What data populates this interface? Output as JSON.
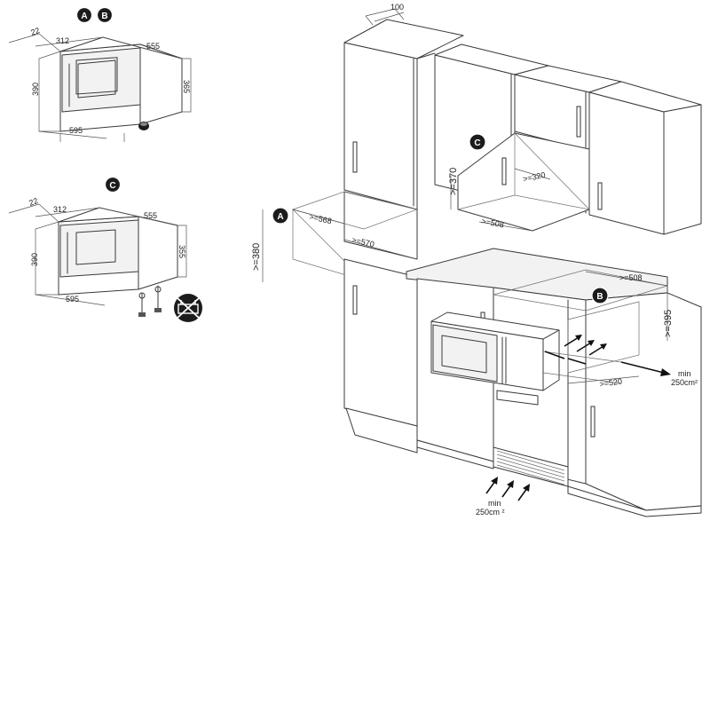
{
  "badges": {
    "a": "A",
    "b": "B",
    "c": "C"
  },
  "oven_ab": {
    "depth_front": "22",
    "depth": "312",
    "width_depth": "555",
    "height": "390",
    "height_side": "365",
    "width": "595"
  },
  "oven_c": {
    "depth_front": "22",
    "depth": "312",
    "width_depth": "555",
    "height": "390",
    "height_side": "355",
    "width": "595"
  },
  "kitchen": {
    "top_offset": "100",
    "niche_a_depth": ">=568",
    "niche_a_width": ">=570",
    "niche_a_height": ">=380",
    "niche_c_height": ">=370",
    "niche_c_depth": ">=320",
    "niche_c_width": ">=508",
    "niche_b_width_top": ">=508",
    "niche_b_height": ">=395",
    "niche_b_width_bottom": ">=520",
    "vent_rear_label": "min",
    "vent_rear_area": "250cm²",
    "vent_front_label": "min",
    "vent_front_area": "250cm ²"
  },
  "colors": {
    "line": "#3a3a3a",
    "badge": "#1c1c1c",
    "background": "#ffffff"
  },
  "icons": {
    "no_feet_icon": "crossed-out-feet-icon"
  }
}
